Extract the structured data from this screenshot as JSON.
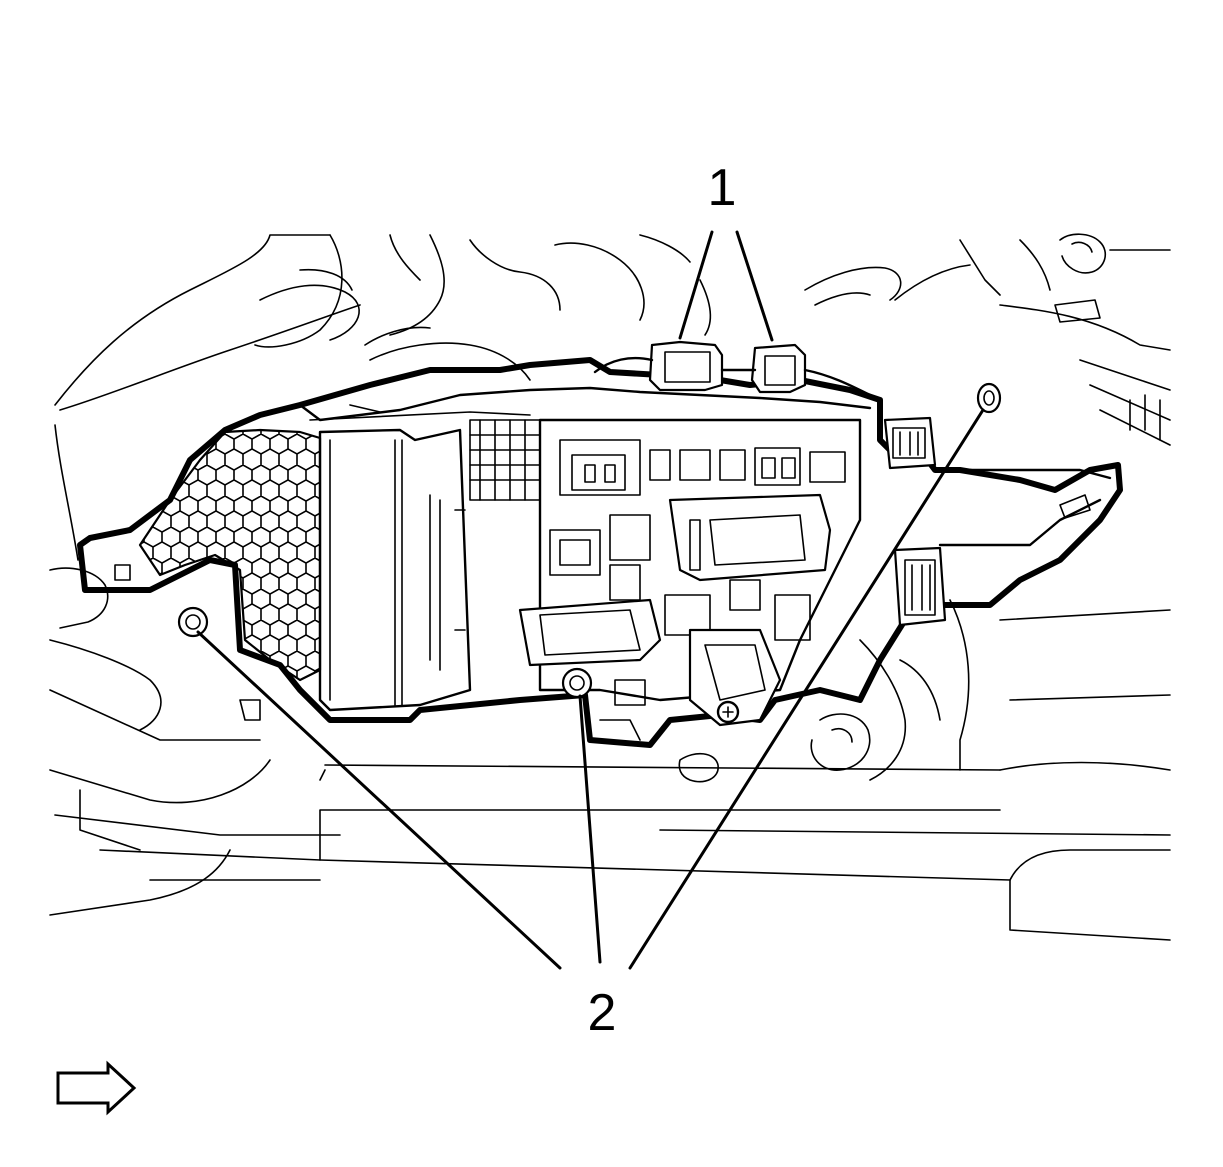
{
  "illustration": {
    "callouts": [
      {
        "id": "1",
        "label": "1"
      },
      {
        "id": "2",
        "label": "2"
      }
    ],
    "direction_icon": "arrow-right-outline-icon",
    "colors": {
      "line": "#000000",
      "background": "#ffffff"
    }
  }
}
